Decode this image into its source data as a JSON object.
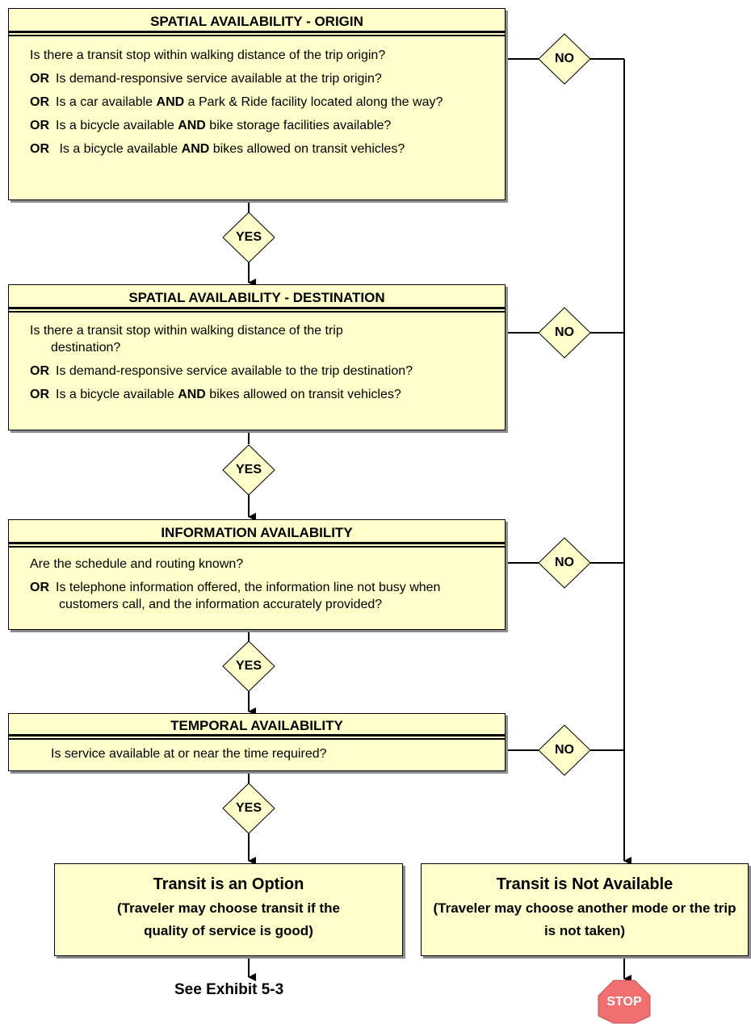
{
  "sections": [
    {
      "header": "SPATIAL AVAILABILITY - ORIGIN",
      "questions": [
        {
          "or": "",
          "parts": [
            {
              "t": "Is there a transit stop within walking distance of the trip origin?",
              "b": false
            }
          ]
        },
        {
          "or": "OR",
          "parts": [
            {
              "t": "Is demand-responsive service available at the trip origin?",
              "b": false
            }
          ]
        },
        {
          "or": "OR",
          "parts": [
            {
              "t": "Is a car available ",
              "b": false
            },
            {
              "t": "AND",
              "b": true
            },
            {
              "t": " a Park & Ride facility located along the way?",
              "b": false
            }
          ]
        },
        {
          "or": "OR",
          "parts": [
            {
              "t": "Is a bicycle available ",
              "b": false
            },
            {
              "t": "AND",
              "b": true
            },
            {
              "t": " bike storage facilities available?",
              "b": false
            }
          ]
        },
        {
          "or": "OR",
          "parts": [
            {
              "t": " Is a bicycle available ",
              "b": false
            },
            {
              "t": "AND",
              "b": true
            },
            {
              "t": " bikes allowed on transit vehicles?",
              "b": false
            }
          ]
        }
      ]
    },
    {
      "header": "SPATIAL AVAILABILITY - DESTINATION",
      "questions": [
        {
          "or": "",
          "parts": [
            {
              "t": "Is there a transit stop within walking distance of the trip",
              "b": false
            }
          ],
          "cont": "destination?"
        },
        {
          "or": "OR",
          "parts": [
            {
              "t": "Is demand-responsive service available to the trip destination?",
              "b": false
            }
          ]
        },
        {
          "or": "OR",
          "parts": [
            {
              "t": "Is a bicycle available ",
              "b": false
            },
            {
              "t": "AND",
              "b": true
            },
            {
              "t": " bikes allowed on transit vehicles?",
              "b": false
            }
          ]
        }
      ]
    },
    {
      "header": "INFORMATION AVAILABILITY",
      "questions": [
        {
          "or": "",
          "parts": [
            {
              "t": "Are the schedule and routing known?",
              "b": false
            }
          ]
        },
        {
          "or": "OR",
          "parts": [
            {
              "t": "Is telephone information offered, the information line not busy when customers call, and the information accurately provided?",
              "b": false
            }
          ]
        }
      ]
    },
    {
      "header": "TEMPORAL AVAILABILITY",
      "questions": [
        {
          "or": "",
          "parts": [
            {
              "t": "Is service available at or near the time  required?",
              "b": false
            }
          ]
        }
      ]
    }
  ],
  "yes_label": "YES",
  "no_label": "NO",
  "outcome_option": {
    "title": "Transit is an Option",
    "sub": "(Traveler may choose transit if the quality of service is good)"
  },
  "outcome_not_available": {
    "title": "Transit is Not Available",
    "sub": "(Traveler may choose another mode or the trip is not taken)"
  },
  "see_exhibit": "See Exhibit 5-3",
  "stop_label": "STOP",
  "colors": {
    "box_fill": "#ffffcc",
    "shadow": "#8c8c8c",
    "stop_fill": "#f07070",
    "line": "#000000"
  }
}
